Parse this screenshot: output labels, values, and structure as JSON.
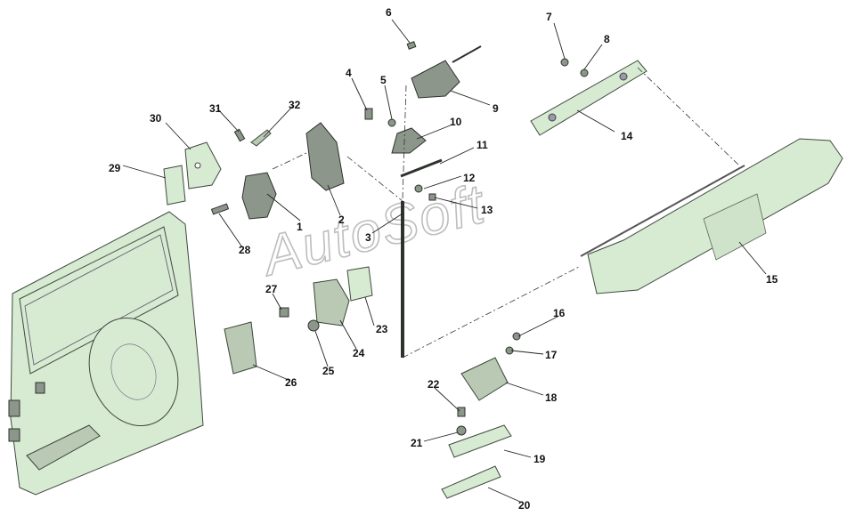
{
  "diagram": {
    "watermark": "AutoSoft",
    "callouts": [
      {
        "id": "c1",
        "label": "1"
      },
      {
        "id": "c2",
        "label": "2"
      },
      {
        "id": "c3",
        "label": "3"
      },
      {
        "id": "c4",
        "label": "4"
      },
      {
        "id": "c5",
        "label": "5"
      },
      {
        "id": "c6",
        "label": "6"
      },
      {
        "id": "c7",
        "label": "7"
      },
      {
        "id": "c8",
        "label": "8"
      },
      {
        "id": "c9",
        "label": "9"
      },
      {
        "id": "c10",
        "label": "10"
      },
      {
        "id": "c11",
        "label": "11"
      },
      {
        "id": "c12",
        "label": "12"
      },
      {
        "id": "c13",
        "label": "13"
      },
      {
        "id": "c14",
        "label": "14"
      },
      {
        "id": "c15",
        "label": "15"
      },
      {
        "id": "c16",
        "label": "16"
      },
      {
        "id": "c17",
        "label": "17"
      },
      {
        "id": "c18",
        "label": "18"
      },
      {
        "id": "c19",
        "label": "19"
      },
      {
        "id": "c20",
        "label": "20"
      },
      {
        "id": "c21",
        "label": "21"
      },
      {
        "id": "c22",
        "label": "22"
      },
      {
        "id": "c23",
        "label": "23"
      },
      {
        "id": "c24",
        "label": "24"
      },
      {
        "id": "c25",
        "label": "25"
      },
      {
        "id": "c26",
        "label": "26"
      },
      {
        "id": "c27",
        "label": "27"
      },
      {
        "id": "c28",
        "label": "28"
      },
      {
        "id": "c29",
        "label": "29"
      },
      {
        "id": "c30",
        "label": "30"
      },
      {
        "id": "c31",
        "label": "31"
      },
      {
        "id": "c32",
        "label": "32"
      }
    ],
    "colors": {
      "part_fill": "#d7ead2",
      "part_outline": "#3f4a3f",
      "hardware": "#8c968a",
      "line": "#222222"
    }
  }
}
